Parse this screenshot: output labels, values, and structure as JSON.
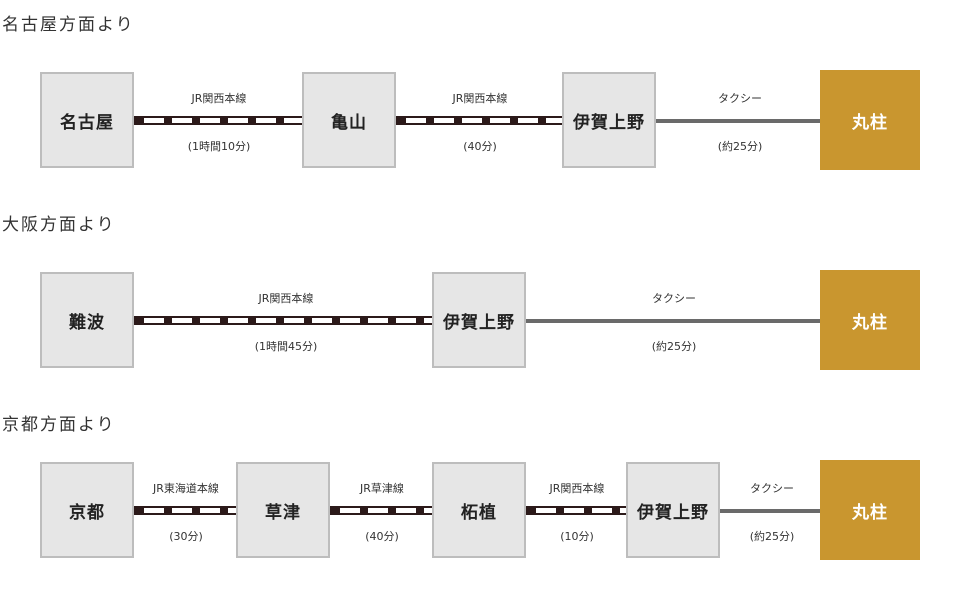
{
  "destination": "丸柱",
  "routes": [
    {
      "title": "名古屋方面より",
      "stations": [
        "名古屋",
        "亀山",
        "伊賀上野"
      ],
      "segments": [
        {
          "mode": "rail",
          "line": "JR関西本線",
          "time": "(1時間10分)"
        },
        {
          "mode": "rail",
          "line": "JR関西本線",
          "time": "(40分)"
        },
        {
          "mode": "taxi",
          "line": "タクシー",
          "time": "(約25分)"
        }
      ]
    },
    {
      "title": "大阪方面より",
      "stations": [
        "難波",
        "伊賀上野"
      ],
      "segments": [
        {
          "mode": "rail",
          "line": "JR関西本線",
          "time": "(1時間45分)"
        },
        {
          "mode": "taxi",
          "line": "タクシー",
          "time": "(約25分)"
        }
      ]
    },
    {
      "title": "京都方面より",
      "stations": [
        "京都",
        "草津",
        "柘植",
        "伊賀上野"
      ],
      "segments": [
        {
          "mode": "rail",
          "line": "JR東海道本線",
          "time": "(30分)"
        },
        {
          "mode": "rail",
          "line": "JR草津線",
          "time": "(40分)"
        },
        {
          "mode": "rail",
          "line": "JR関西本線",
          "time": "(10分)"
        },
        {
          "mode": "taxi",
          "line": "タクシー",
          "time": "(約25分)"
        }
      ]
    }
  ]
}
